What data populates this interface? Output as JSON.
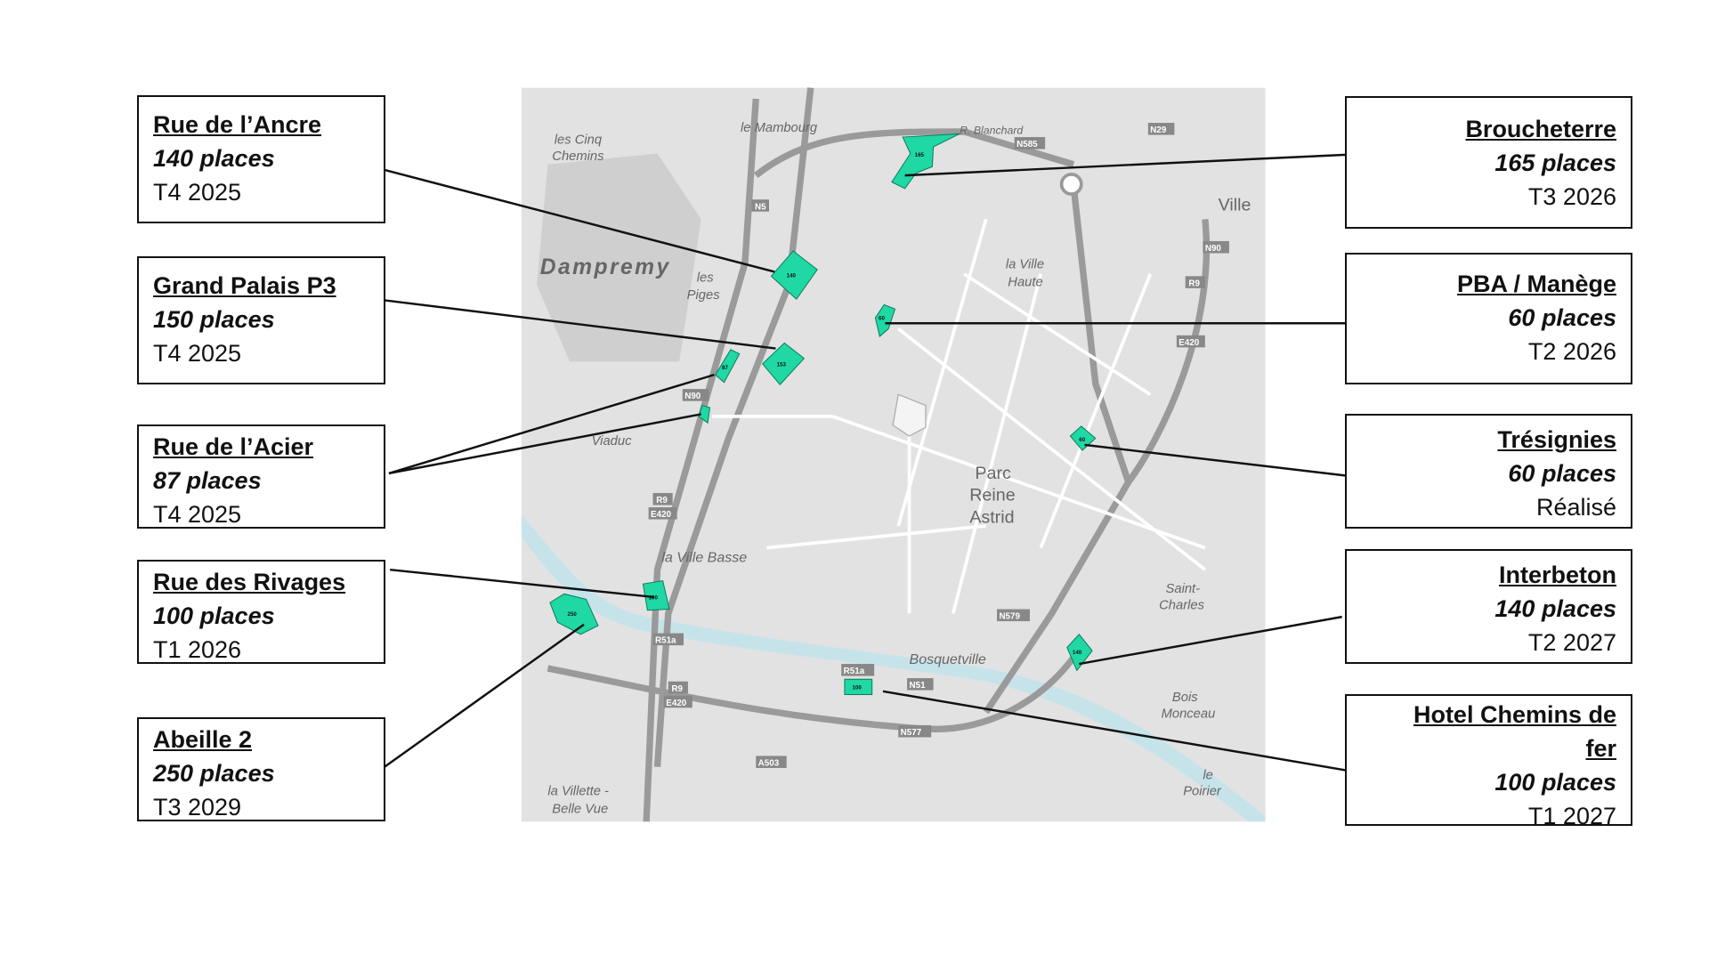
{
  "colors": {
    "parking": "#1fd8a4",
    "map_bg": "#e2e2e2",
    "river": "#c6e3ea",
    "line": "#111111"
  },
  "map": {
    "places": [
      "les Cinq",
      "Chemins",
      "le Mambourg",
      "Dampremy",
      "les",
      "Piges",
      "la Ville",
      "Haute",
      "Parc",
      "Reine",
      "Astrid",
      "la Ville Basse",
      "Saint-",
      "Charles",
      "Bosquetville",
      "Bois",
      "Monceau",
      "le",
      "Poirier",
      "la Villette -",
      "Belle Vue",
      "Viaduc",
      "R. Blanchard",
      "Ville"
    ],
    "roads": [
      "N5",
      "N29",
      "N585",
      "N90",
      "R9",
      "E420",
      "N90",
      "R9",
      "E420",
      "R51a",
      "R9",
      "E420",
      "A503",
      "N577",
      "N51",
      "N579",
      "R51a"
    ],
    "markers": [
      "140",
      "165",
      "153",
      "60",
      "87",
      "60",
      "100",
      "250",
      "140",
      "100"
    ]
  },
  "projects_left": [
    {
      "name": "Rue de l’Ancre",
      "places": "140 places",
      "date": "T4 2025"
    },
    {
      "name": "Grand Palais P3",
      "places": "150 places",
      "date": "T4 2025"
    },
    {
      "name": "Rue de l’Acier",
      "places": "87 places",
      "date": "T4 2025"
    },
    {
      "name": "Rue des Rivages",
      "places": "100 places",
      "date": "T1 2026"
    },
    {
      "name": "Abeille 2",
      "places": "250 places",
      "date": "T3 2029"
    }
  ],
  "projects_right": [
    {
      "name": "Broucheterre",
      "places": "165 places",
      "date": "T3 2026"
    },
    {
      "name": "PBA / Manège",
      "places": "60 places",
      "date": "T2 2026"
    },
    {
      "name": "Trésignies",
      "places": "60 places",
      "date": "Réalisé"
    },
    {
      "name": "Interbeton",
      "places": "140 places",
      "date": "T2 2027"
    },
    {
      "name": "Hotel Chemins de fer",
      "places": "100 places",
      "date": "T1 2027"
    }
  ]
}
